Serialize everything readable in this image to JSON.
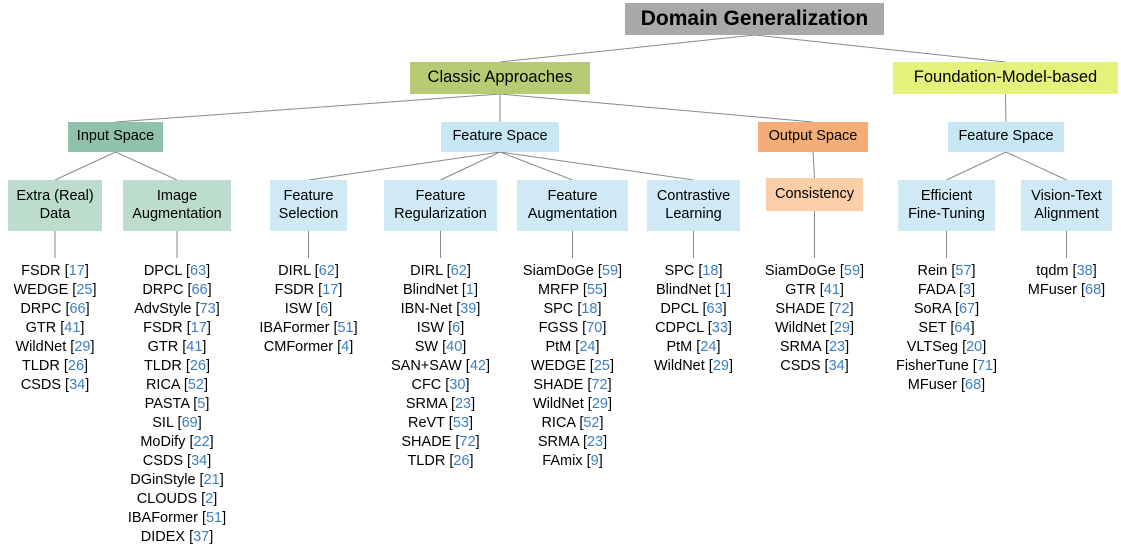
{
  "colors": {
    "root": "#a9a9a9",
    "classic": "#b8cb74",
    "foundation": "#e3f27b",
    "input": "#8fc1ad",
    "input_leaf": "#bcdccd",
    "feature": "#c6e7f3",
    "feature_leaf": "#cfeaf5",
    "output": "#f5ad78",
    "output_leaf": "#fbcfa8",
    "edge": "#8a8a8a",
    "ref": "#3a7fc2"
  },
  "tree": {
    "root": "Domain Generalization",
    "classic": "Classic Approaches",
    "foundation": "Foundation-Model-based",
    "input_space": "Input Space",
    "feature_space": "Feature Space",
    "output_space": "Output Space",
    "fm_feature_space": "Feature Space"
  },
  "leaves": [
    {
      "lines": [
        "Extra (Real)",
        "Data"
      ],
      "items": [
        [
          "FSDR",
          "17"
        ],
        [
          "WEDGE",
          "25"
        ],
        [
          "DRPC",
          "66"
        ],
        [
          "GTR",
          "41"
        ],
        [
          "WildNet",
          "29"
        ],
        [
          "TLDR",
          "26"
        ],
        [
          "CSDS",
          "34"
        ]
      ]
    },
    {
      "lines": [
        "Image",
        "Augmentation"
      ],
      "items": [
        [
          "DPCL",
          "63"
        ],
        [
          "DRPC",
          "66"
        ],
        [
          "AdvStyle",
          "73"
        ],
        [
          "FSDR",
          "17"
        ],
        [
          "GTR",
          "41"
        ],
        [
          "TLDR",
          "26"
        ],
        [
          "RICA",
          "52"
        ],
        [
          "PASTA",
          "5"
        ],
        [
          "SIL",
          "69"
        ],
        [
          "MoDify",
          "22"
        ],
        [
          "CSDS",
          "34"
        ],
        [
          "DGinStyle",
          "21"
        ],
        [
          "CLOUDS",
          "2"
        ],
        [
          "IBAFormer",
          "51"
        ],
        [
          "DIDEX",
          "37"
        ]
      ]
    },
    {
      "lines": [
        "Feature",
        "Selection"
      ],
      "items": [
        [
          "DIRL",
          "62"
        ],
        [
          "FSDR",
          "17"
        ],
        [
          "ISW",
          "6"
        ],
        [
          "IBAFormer",
          "51"
        ],
        [
          "CMFormer",
          "4"
        ]
      ]
    },
    {
      "lines": [
        "Feature",
        "Regularization"
      ],
      "items": [
        [
          "DIRL",
          "62"
        ],
        [
          "BlindNet",
          "1"
        ],
        [
          "IBN-Net",
          "39"
        ],
        [
          "ISW",
          "6"
        ],
        [
          "SW",
          "40"
        ],
        [
          "SAN+SAW",
          "42"
        ],
        [
          "CFC",
          "30"
        ],
        [
          "SRMA",
          "23"
        ],
        [
          "ReVT",
          "53"
        ],
        [
          "SHADE",
          "72"
        ],
        [
          "TLDR",
          "26"
        ]
      ]
    },
    {
      "lines": [
        "Feature",
        "Augmentation"
      ],
      "items": [
        [
          "SiamDoGe",
          "59"
        ],
        [
          "MRFP",
          "55"
        ],
        [
          "SPC",
          "18"
        ],
        [
          "FGSS",
          "70"
        ],
        [
          "PtM",
          "24"
        ],
        [
          "WEDGE",
          "25"
        ],
        [
          "SHADE",
          "72"
        ],
        [
          "WildNet",
          "29"
        ],
        [
          "RICA",
          "52"
        ],
        [
          "SRMA",
          "23"
        ],
        [
          "FAmix",
          "9"
        ]
      ]
    },
    {
      "lines": [
        "Contrastive",
        "Learning"
      ],
      "items": [
        [
          "SPC",
          "18"
        ],
        [
          "BlindNet",
          "1"
        ],
        [
          "DPCL",
          "63"
        ],
        [
          "CDPCL",
          "33"
        ],
        [
          "PtM",
          "24"
        ],
        [
          "WildNet",
          "29"
        ]
      ]
    },
    {
      "lines": [
        "Consistency"
      ],
      "items": [
        [
          "SiamDoGe",
          "59"
        ],
        [
          "GTR",
          "41"
        ],
        [
          "SHADE",
          "72"
        ],
        [
          "WildNet",
          "29"
        ],
        [
          "SRMA",
          "23"
        ],
        [
          "CSDS",
          "34"
        ]
      ]
    },
    {
      "lines": [
        "Efficient",
        "Fine-Tuning"
      ],
      "items": [
        [
          "Rein",
          "57"
        ],
        [
          "FADA",
          "3"
        ],
        [
          "SoRA",
          "67"
        ],
        [
          "SET",
          "64"
        ],
        [
          "VLTSeg",
          "20"
        ],
        [
          "FisherTune",
          "71"
        ],
        [
          "MFuser",
          "68"
        ]
      ]
    },
    {
      "lines": [
        "Vision-Text",
        "Alignment"
      ],
      "items": [
        [
          "tqdm",
          "38"
        ],
        [
          "MFuser",
          "68"
        ]
      ]
    }
  ]
}
